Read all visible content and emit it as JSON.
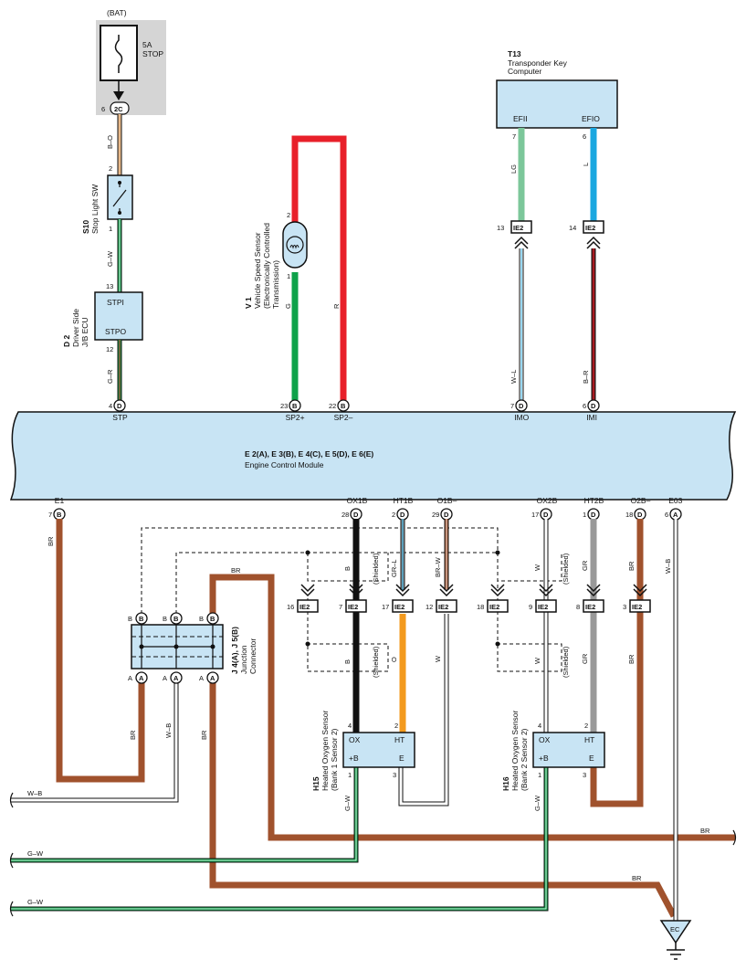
{
  "bat": {
    "label": "(BAT)",
    "fuse_rating": "5A",
    "fuse_name": "STOP",
    "pin": "6",
    "conn": "2C"
  },
  "stop_sw": {
    "id": "S10",
    "name": "Stop Light SW",
    "pin_top": "2",
    "pin_bot": "1",
    "wire_in": "B–O",
    "wire_out": "G–W"
  },
  "jb": {
    "id": "D 2",
    "name1": "Driver Side",
    "name2": "J/B ECU",
    "pin_in": "13",
    "pin_in_label": "STPI",
    "pin_out": "12",
    "pin_out_label": "STPO",
    "wire_out": "G–R"
  },
  "vss": {
    "id": "V 1",
    "name1": "Vehicle Speed Sensor",
    "name2": "(Electronically Controlled",
    "name3": "Transmission)",
    "pin_top": "2",
    "pin_bot": "1",
    "wire_g": "G",
    "wire_r": "R"
  },
  "t13": {
    "id": "T13",
    "name1": "Transponder Key",
    "name2": "Computer",
    "efii": "EFII",
    "efio": "EFIO",
    "pin_efii": "7",
    "pin_efio": "6",
    "wire_lg": "LG",
    "wire_l": "L",
    "ie2_a_pin": "13",
    "ie2_b_pin": "14",
    "wire_wl": "W–L",
    "wire_br": "B–R"
  },
  "ecm": {
    "title": "E 2(A), E 3(B), E 4(C), E 5(D), E 6(E)",
    "subtitle": "Engine Control Module",
    "top_pins": [
      {
        "num": "4",
        "conn": "D",
        "name": "STP"
      },
      {
        "num": "23",
        "conn": "B",
        "name": "SP2+"
      },
      {
        "num": "22",
        "conn": "B",
        "name": "SP2–"
      },
      {
        "num": "7",
        "conn": "D",
        "name": "IMO"
      },
      {
        "num": "6",
        "conn": "D",
        "name": "IMI"
      }
    ],
    "bottom_pins": [
      {
        "num": "7",
        "conn": "B",
        "name": "E1"
      },
      {
        "num": "28",
        "conn": "D",
        "name": "OX1B"
      },
      {
        "num": "2",
        "conn": "D",
        "name": "HT1B"
      },
      {
        "num": "29",
        "conn": "D",
        "name": "O1B–"
      },
      {
        "num": "17",
        "conn": "D",
        "name": "OX2B"
      },
      {
        "num": "1",
        "conn": "D",
        "name": "HT2B"
      },
      {
        "num": "18",
        "conn": "D",
        "name": "O2B–"
      },
      {
        "num": "6",
        "conn": "A",
        "name": "E03"
      }
    ]
  },
  "ie2_row": [
    {
      "pin": "16",
      "label": "IE2"
    },
    {
      "pin": "7",
      "label": "IE2"
    },
    {
      "pin": "17",
      "label": "IE2"
    },
    {
      "pin": "12",
      "label": "IE2"
    },
    {
      "pin": "18",
      "label": "IE2"
    },
    {
      "pin": "9",
      "label": "IE2"
    },
    {
      "pin": "8",
      "label": "IE2"
    },
    {
      "pin": "3",
      "label": "IE2"
    }
  ],
  "junction": {
    "id": "J 4(A), J 5(B)",
    "name1": "Junction",
    "name2": "Connector",
    "b": "B",
    "a": "A"
  },
  "wires": {
    "br": "BR",
    "b": "B",
    "gr_l": "GR–L",
    "br_w": "BR–W",
    "w": "W",
    "gr": "GR",
    "o": "O",
    "w_b": "W–B",
    "g_w": "G–W",
    "shielded": "(Shielded)"
  },
  "h15": {
    "id": "H15",
    "name1": "Heated Oxygen Sensor",
    "name2": "(Bank 1 Sensor 2)",
    "ox": "OX",
    "ht": "HT",
    "b": "+B",
    "e": "E",
    "p4": "4",
    "p2": "2",
    "p1": "1",
    "p3": "3"
  },
  "h16": {
    "id": "H16",
    "name1": "Heated Oxygen Sensor",
    "name2": "(Bank 2 Sensor 2)",
    "ox": "OX",
    "ht": "HT",
    "b": "+B",
    "e": "E",
    "p4": "4",
    "p2": "2",
    "p1": "1",
    "p3": "3"
  },
  "ground": {
    "label": "EC"
  },
  "colors": {
    "box": "#c8e4f4",
    "red": "#e8202a",
    "green": "#0ea24a",
    "brown": "#a0522d",
    "gray": "#999999",
    "orange": "#f39a1e",
    "blue": "#1aa7e0",
    "lightgreen": "#7cc79a",
    "tan": "#e8b98a"
  }
}
